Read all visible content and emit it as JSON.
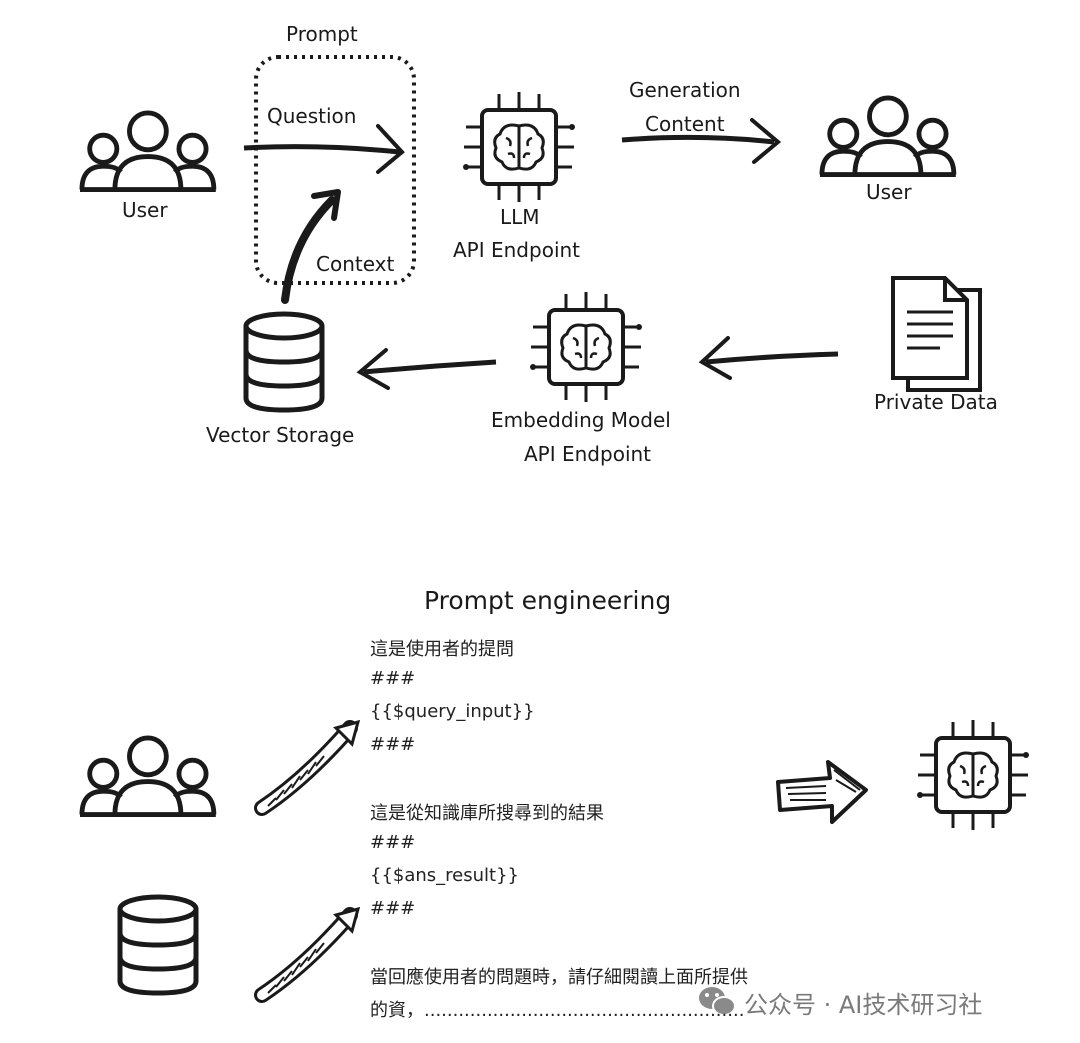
{
  "top_diagram": {
    "prompt_label": "Prompt",
    "question_label": "Question",
    "context_label": "Context",
    "user_left_label": "User",
    "llm_label": "LLM",
    "llm_api_label": "API Endpoint",
    "generation_label_1": "Generation",
    "generation_label_2": "Content",
    "user_right_label": "User",
    "vector_storage_label": "Vector Storage",
    "embedding_label": "Embedding Model",
    "embedding_api_label": "API Endpoint",
    "private_data_label": "Private Data"
  },
  "bottom_diagram": {
    "title": "Prompt engineering",
    "prompt_lines": [
      "這是使用者的提問",
      "###",
      "{{$query_input}}",
      "###",
      "這是從知識庫所搜尋到的結果",
      "###",
      "{{$ans_result}}",
      "###",
      "當回應使用者的問題時，請仔細閱讀上面所提供",
      "的資，........................................................"
    ]
  },
  "watermark": {
    "text": "公众号 · AI技术研习社",
    "icon": "wechat-icon"
  },
  "colors": {
    "ink": "#1a1a1a",
    "watermark": "#7a7a7a",
    "background": "#ffffff"
  }
}
